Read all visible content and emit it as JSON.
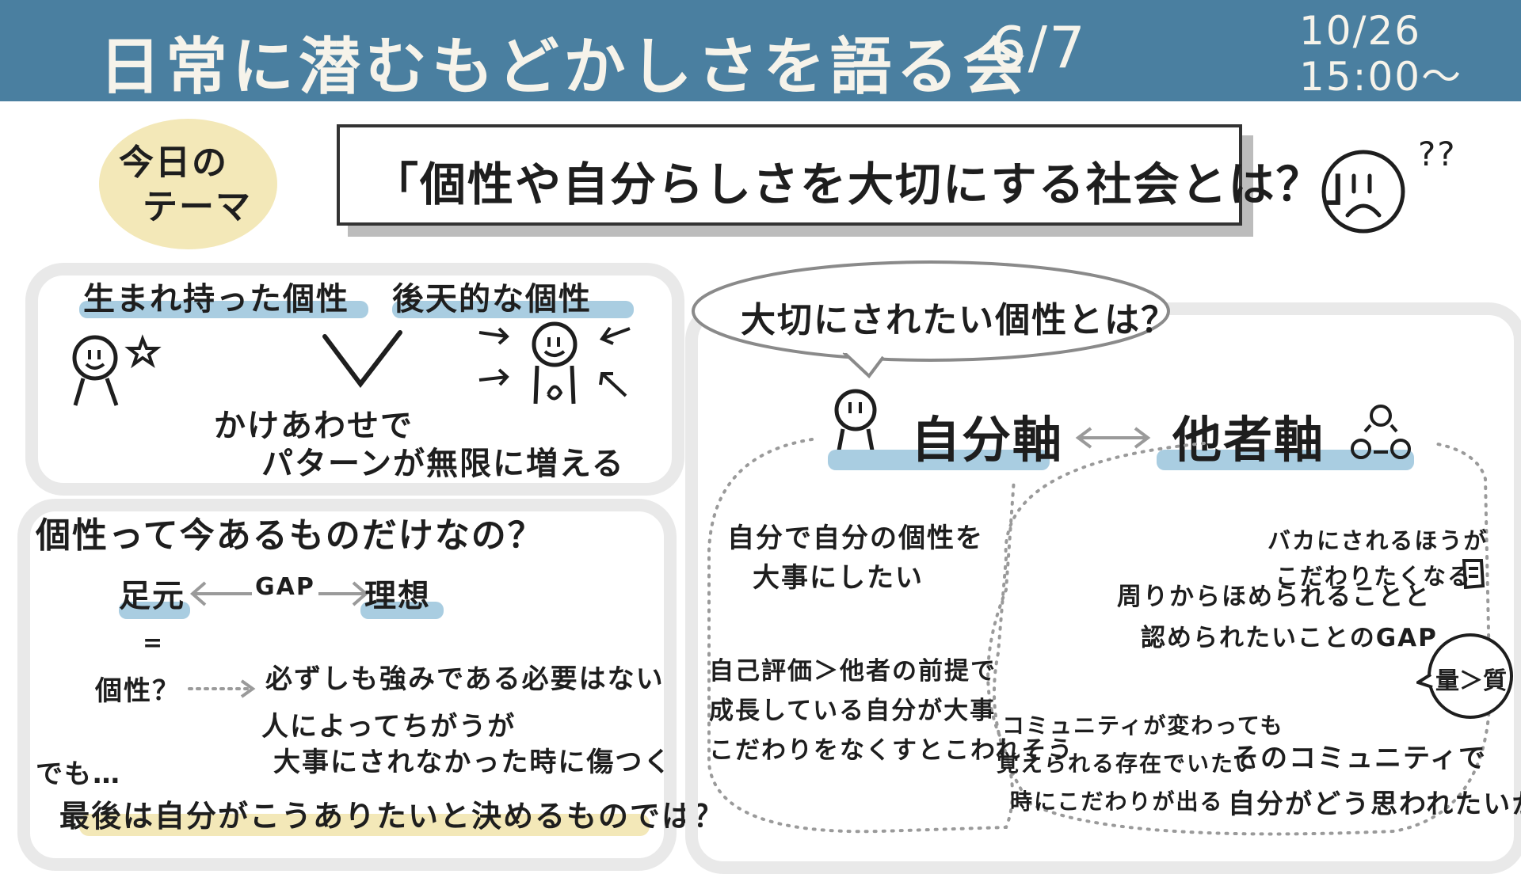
{
  "header": {
    "title": "日常に潜むもどかしさを語る会",
    "volume": "6/7",
    "date_line1": "10/26",
    "date_line2": "15:00〜"
  },
  "theme": {
    "badge_line1": "今日の",
    "badge_line2": "テーマ",
    "banner": "「個性や自分らしさを大切にする社会とは？」"
  },
  "left_top": {
    "innate": "生まれ持った個性",
    "acquired": "後天的な個性",
    "combine_line1": "かけあわせで",
    "combine_line2": "パターンが無限に増える"
  },
  "left_bottom": {
    "question": "個性って今あるものだけなの？",
    "foot": "足元",
    "gap": "GAP",
    "ideal": "理想",
    "equals": "=",
    "kosei_q": "個性？",
    "not_strength": "必ずしも強みである必要はない",
    "varies": "人によってちがうが",
    "hurt": "大事にされなかった時に傷つく",
    "demo": "でも…",
    "conclusion": "最後は自分がこうありたいと決めるものでは？"
  },
  "right": {
    "bubble": "大切にされたい個性とは？",
    "self_axis": "自分軸",
    "other_axis": "他者軸",
    "self_note_line1": "自分で自分の個性を",
    "self_note_line2": "大事にしたい",
    "self_eval_line1": "自己評価＞他者の前提で",
    "self_eval_line2": "成長している自分が大事",
    "self_eval_line3": "こだわりをなくすとこわれそう",
    "baka_line1": "バカにされるほうが",
    "baka_line2": "こだわりたくなる",
    "praise_line1": "周りからほめられることと",
    "praise_line2": "認められたいことのGAP",
    "quantity_quality": "量＞質",
    "community_line1": "コミュニティが変わっても",
    "community_line2": "覚えられる存在でいたい",
    "community_line3": "時にこだわりが出る",
    "community2_line1": "そのコミュニティで",
    "community2_line2": "自分がどう思われたいか？"
  }
}
